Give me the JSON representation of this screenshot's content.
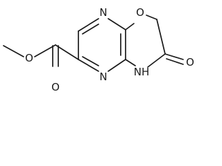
{
  "structure": {
    "labels": {
      "n_upper": "N",
      "o_ring": "O",
      "n_lower": "N",
      "nh": "NH",
      "o_ketone": "O",
      "o_ether": "O",
      "o_carbonyl": "O"
    }
  }
}
